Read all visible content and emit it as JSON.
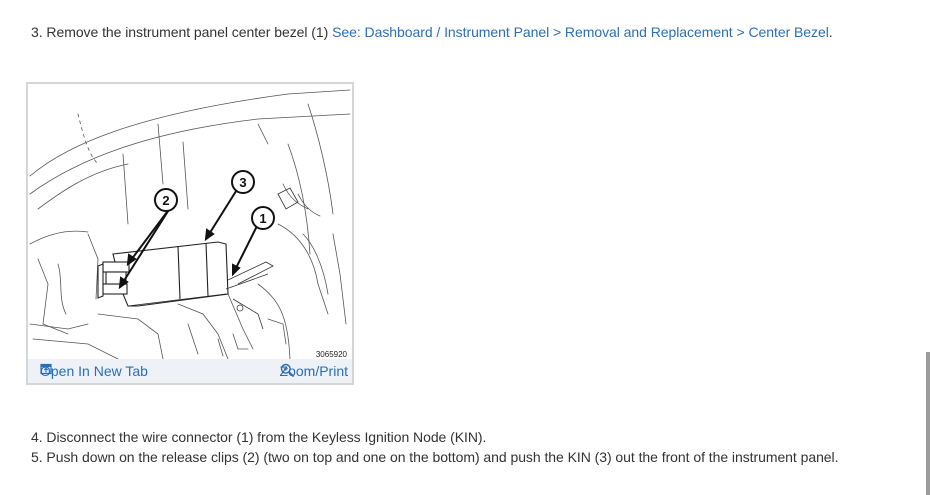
{
  "steps": {
    "step3_text": "3. Remove the instrument panel center bezel (1) ",
    "step3_link": "See: Dashboard / Instrument Panel > Removal and Replacement > Center Bezel",
    "step3_end": ".",
    "step4_text": "4. Disconnect the wire connector (1) from the Keyless Ignition Node (KIN).",
    "step5_text": "5. Push down on the release clips (2) (two on top and one on the bottom) and push the KIN (3) out the front of the instrument panel."
  },
  "figure": {
    "image_id": "3065920",
    "callouts": [
      "1",
      "2",
      "3"
    ],
    "open_tab_label": "Open In New Tab",
    "open_tab_icon": "open-new-tab-icon",
    "zoom_label": "Zoom/Print",
    "zoom_icon": "magnifier-zoom-icon"
  },
  "colors": {
    "link": "#2a6fb5",
    "text": "#333333",
    "figure_border": "#d6d6d6",
    "figure_bar": "#eef1f6"
  }
}
